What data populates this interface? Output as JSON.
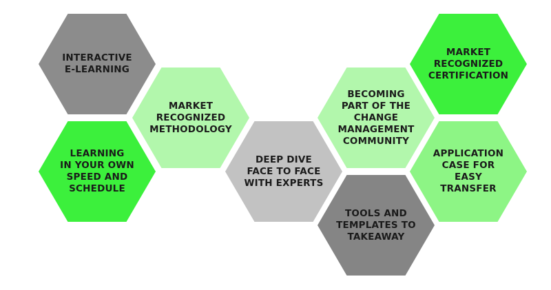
{
  "colors": {
    "dark_gray": "#8c8c8c",
    "mid_gray": "#c2c2c2",
    "gray_tools": "#858585",
    "bright_green": "#3cf03c",
    "pale_green": "#b2f7ac",
    "soft_green": "#8df585"
  },
  "hexagons": {
    "interactive_elearning": {
      "label": "INTERACTIVE\nE-LEARNING",
      "color": "#8c8c8c"
    },
    "market_methodology": {
      "label": "MARKET\nRECOGNIZED\nMETHODOLOGY",
      "color": "#b2f7ac"
    },
    "own_speed": {
      "label": "LEARNING\nIN YOUR OWN\nSPEED AND\nSCHEDULE",
      "color": "#3cf03c"
    },
    "deep_dive": {
      "label": "DEEP DIVE\nFACE TO FACE\nWITH EXPERTS",
      "color": "#c2c2c2"
    },
    "community": {
      "label": "BECOMING\nPART OF THE\nCHANGE\nMANAGEMENT\nCOMMUNITY",
      "color": "#b2f7ac"
    },
    "tools_templates": {
      "label": "TOOLS AND\nTEMPLATES TO\nTAKEAWAY",
      "color": "#858585"
    },
    "certification": {
      "label": "MARKET\nRECOGNIZED\nCERTIFICATION",
      "color": "#3cf03c"
    },
    "application_case": {
      "label": "APPLICATION\nCASE FOR EASY\nTRANSFER",
      "color": "#8df585"
    }
  }
}
